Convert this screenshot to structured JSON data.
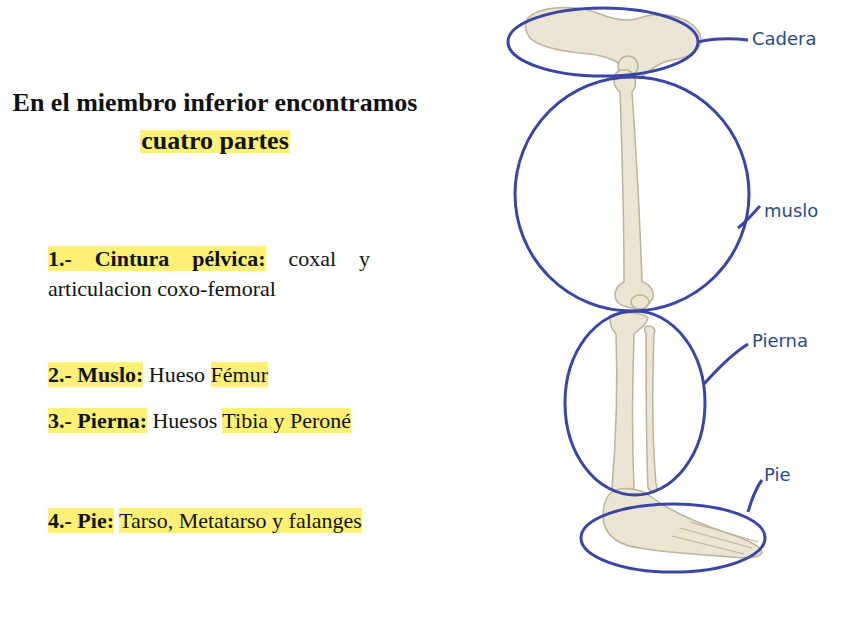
{
  "diagram": {
    "title": "En el miembro inferior encontramos cuatro partes",
    "labels": [
      "1.- Cintura pélvica:",
      "coxal y articulacion coxo-femoral",
      "2.- Muslo:",
      "Hueso",
      "Fémur",
      "3.- Pierna:",
      "Huesos",
      "Tibia y Peroné",
      "4.- Pie:",
      "Tarso, Metatarso y falanges",
      "Cadera",
      "muslo",
      "Pierna",
      "Pie"
    ]
  }
}
